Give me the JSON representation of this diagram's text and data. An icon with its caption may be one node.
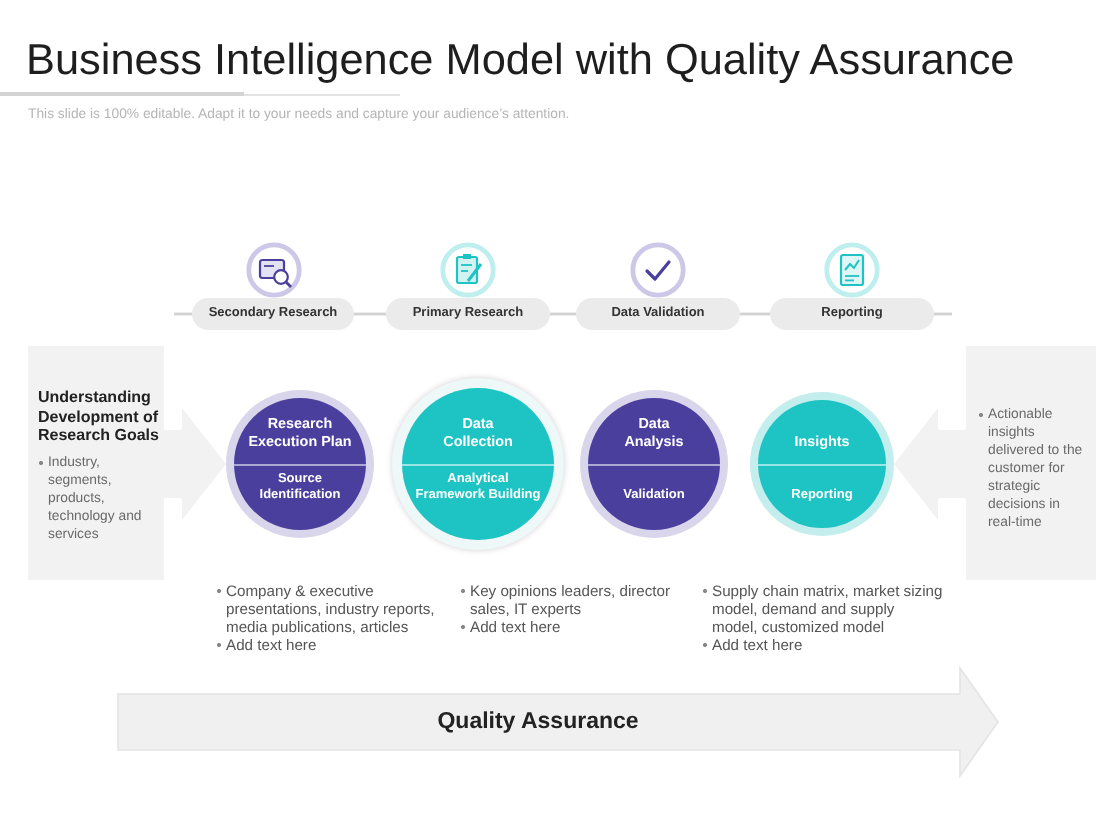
{
  "diagram": {
    "title": "Business Intelligence Model with Quality Assurance",
    "nodes": [
      {
        "text": [
          "Secondary Research"
        ]
      },
      {
        "text": [
          "Primary Research"
        ]
      },
      {
        "text": [
          "Data Validation"
        ]
      },
      {
        "text": [
          "Reporting"
        ]
      },
      {
        "text": [
          "Understanding Development of Research Goals",
          "Industry, segments, products, technology and services"
        ]
      },
      {
        "text": [
          "Research Execution Plan",
          "Source Identification"
        ]
      },
      {
        "text": [
          "Data Collection",
          "Analytical Framework Building"
        ]
      },
      {
        "text": [
          "Data Analysis",
          "Validation"
        ]
      },
      {
        "text": [
          "Insights",
          "Reporting"
        ]
      },
      {
        "text": [
          "Actionable insights delivered to the customer for strategic decisions in real-time"
        ]
      },
      {
        "text": [
          "Quality Assurance"
        ]
      }
    ],
    "edges": [
      {
        "from": null,
        "to": 0,
        "arrow": "none"
      },
      {
        "from": 0,
        "to": 1,
        "arrow": "none"
      },
      {
        "from": 1,
        "to": 2,
        "arrow": "none"
      },
      {
        "from": 2,
        "to": 3,
        "arrow": "none"
      },
      {
        "from": 3,
        "to": null,
        "arrow": "none"
      },
      {
        "from": 4,
        "to": 5,
        "arrow": "to",
        "style": "thick"
      },
      {
        "from": 9,
        "to": 8,
        "arrow": "to",
        "style": "thick"
      }
    ],
    "labels": [
      "This slide is 100% editable. Adapt it to your needs and capture your audience’s attention.",
      "Company & executive presentations, industry reports, media publications, articles",
      "Add text here",
      "Key opinions leaders, director sales, IT experts",
      "Add text here",
      "Supply chain matrix, market sizing model, demand and supply model, customized model",
      "Add text here"
    ]
  }
}
